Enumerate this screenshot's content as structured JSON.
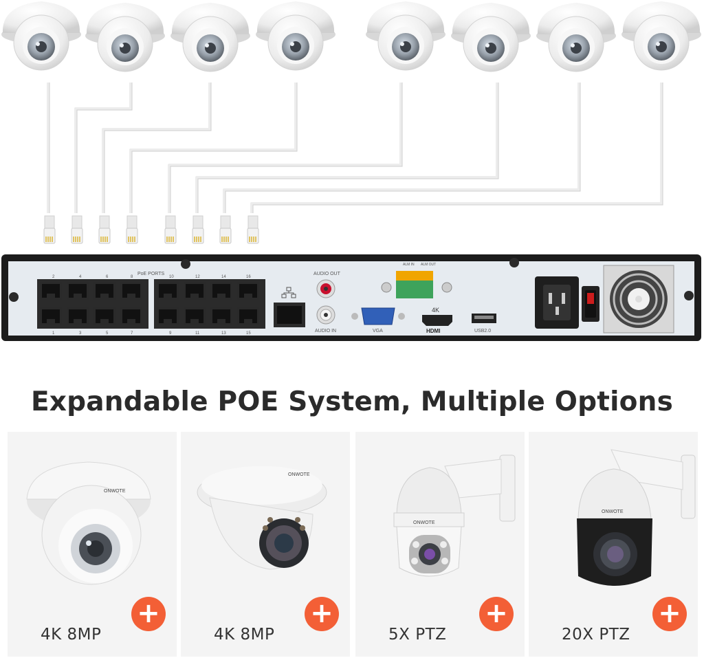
{
  "headline": "Expandable POE System, Multiple Options",
  "brand": "ONWOTE",
  "nvr": {
    "poe_ports_label": "PoE PORTS",
    "top_port_numbers": [
      "2",
      "4",
      "6",
      "8",
      "10",
      "12",
      "14",
      "16"
    ],
    "bottom_port_numbers": [
      "1",
      "3",
      "5",
      "7",
      "9",
      "11",
      "13",
      "15"
    ],
    "audio_out": "AUDIO OUT",
    "audio_in": "AUDIO IN",
    "vga": "VGA",
    "hdmi_4k": "4K",
    "hdmi": "HDMI",
    "usb": "USB2.0",
    "alm_in": "ALM IN",
    "alm_out": "ALM OUT"
  },
  "options": [
    {
      "label": "4K 8MP",
      "add": "+"
    },
    {
      "label": "4K 8MP",
      "add": "+"
    },
    {
      "label": "5X PTZ",
      "add": "+"
    },
    {
      "label": "20X PTZ",
      "add": "+"
    }
  ],
  "colors": {
    "accent": "#f35f36",
    "nvr_body": "#1c1c1c",
    "panel": "#e6ebf0"
  }
}
